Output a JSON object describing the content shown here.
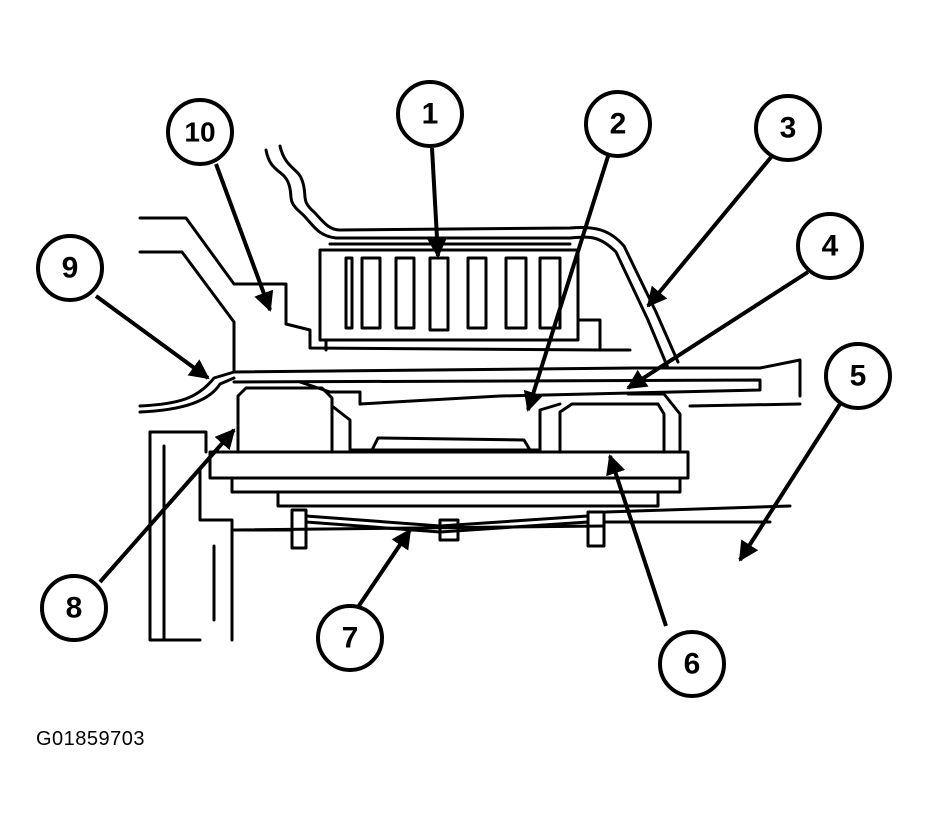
{
  "figure": {
    "id_text": "G01859703"
  },
  "callouts": [
    "1",
    "2",
    "3",
    "4",
    "5",
    "6",
    "7",
    "8",
    "9",
    "10"
  ],
  "colors": {
    "ink": "#000000",
    "paper": "#ffffff"
  }
}
